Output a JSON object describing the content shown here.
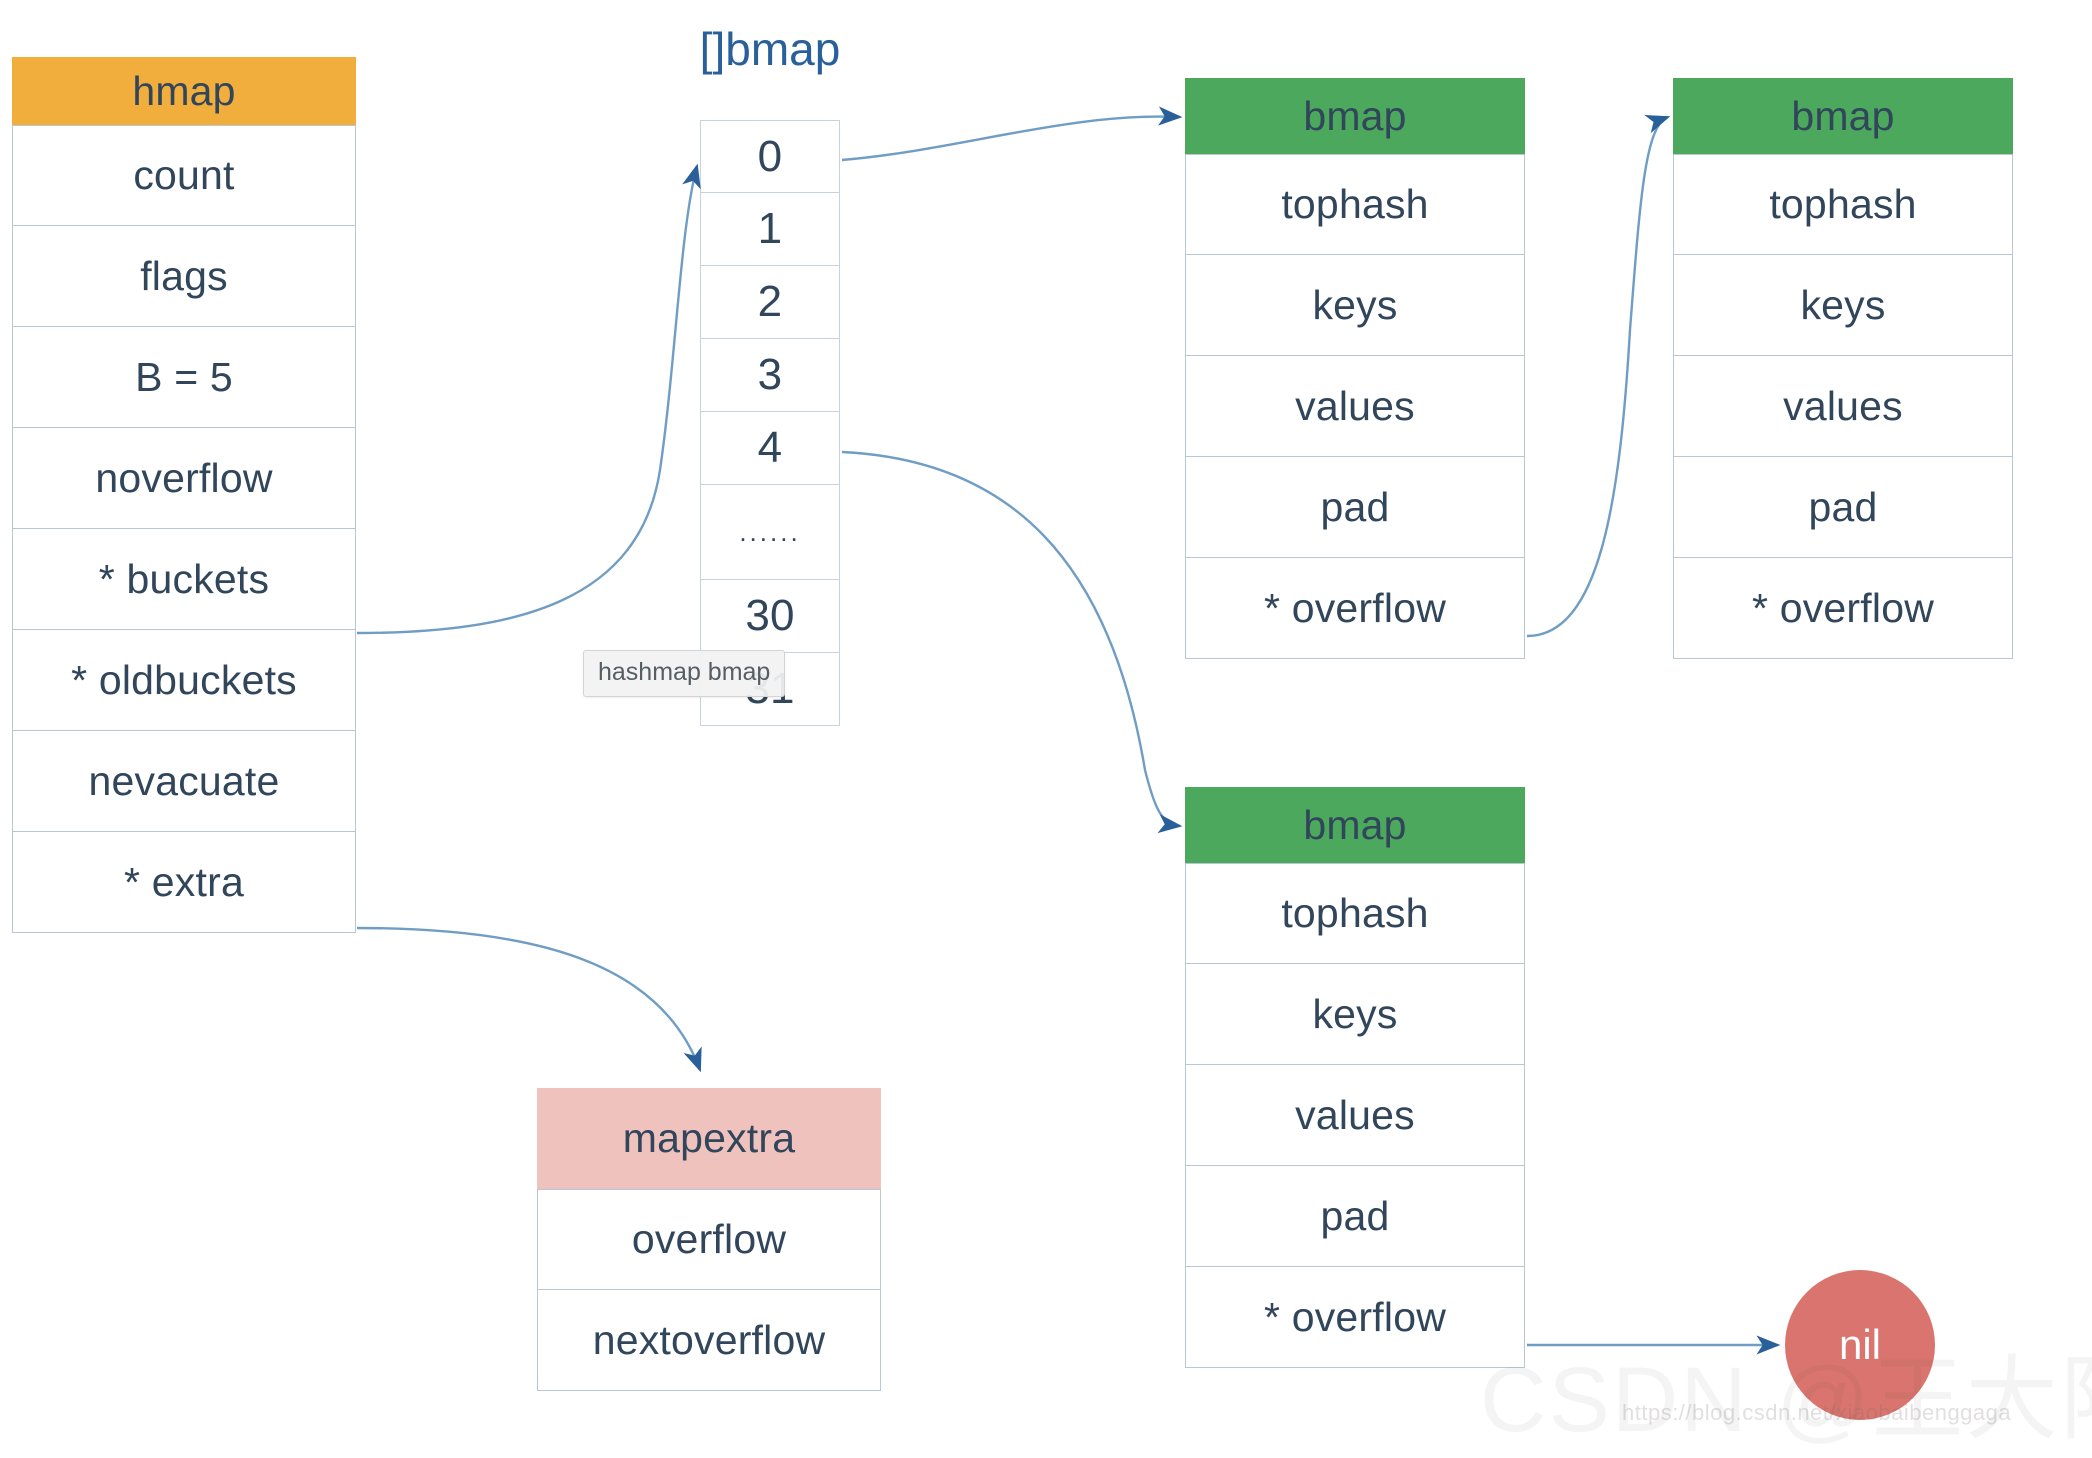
{
  "diagram": {
    "title_label": "[]bmap",
    "accent_blue": "#2a6099",
    "wire_color": "#6f9dc4",
    "arrow_color": "#2a6099",
    "border_color": "#b9c6d4"
  },
  "hmap": {
    "header": "hmap",
    "header_color": "#f2ae3c",
    "fields": [
      "count",
      "flags",
      "B = 5",
      "noverflow",
      "* buckets",
      "* oldbuckets",
      "nevacuate",
      "* extra"
    ]
  },
  "bmap_array": {
    "title": "[]bmap",
    "cells": [
      "0",
      "1",
      "2",
      "3",
      "4",
      "......",
      "30",
      "31"
    ]
  },
  "bmap_boxes": [
    {
      "id": "bmap1",
      "header": "bmap",
      "header_color": "#4ba85c",
      "fields": [
        "tophash",
        "keys",
        "values",
        "pad",
        "* overflow"
      ]
    },
    {
      "id": "bmap2",
      "header": "bmap",
      "header_color": "#4ba85c",
      "fields": [
        "tophash",
        "keys",
        "values",
        "pad",
        "* overflow"
      ]
    },
    {
      "id": "bmap3",
      "header": "bmap",
      "header_color": "#4ba85c",
      "fields": [
        "tophash",
        "keys",
        "values",
        "pad",
        "* overflow"
      ]
    }
  ],
  "mapextra": {
    "header": "mapextra",
    "header_color": "#f0c2be",
    "fields": [
      "overflow",
      "nextoverflow"
    ]
  },
  "nil_node": {
    "label": "nil",
    "color": "#d9756e"
  },
  "tooltip": {
    "text": "hashmap bmap"
  },
  "watermark": {
    "text": "CSDN @王大阳",
    "url": "https://blog.csdn.net/xiaobaibenggaga"
  }
}
